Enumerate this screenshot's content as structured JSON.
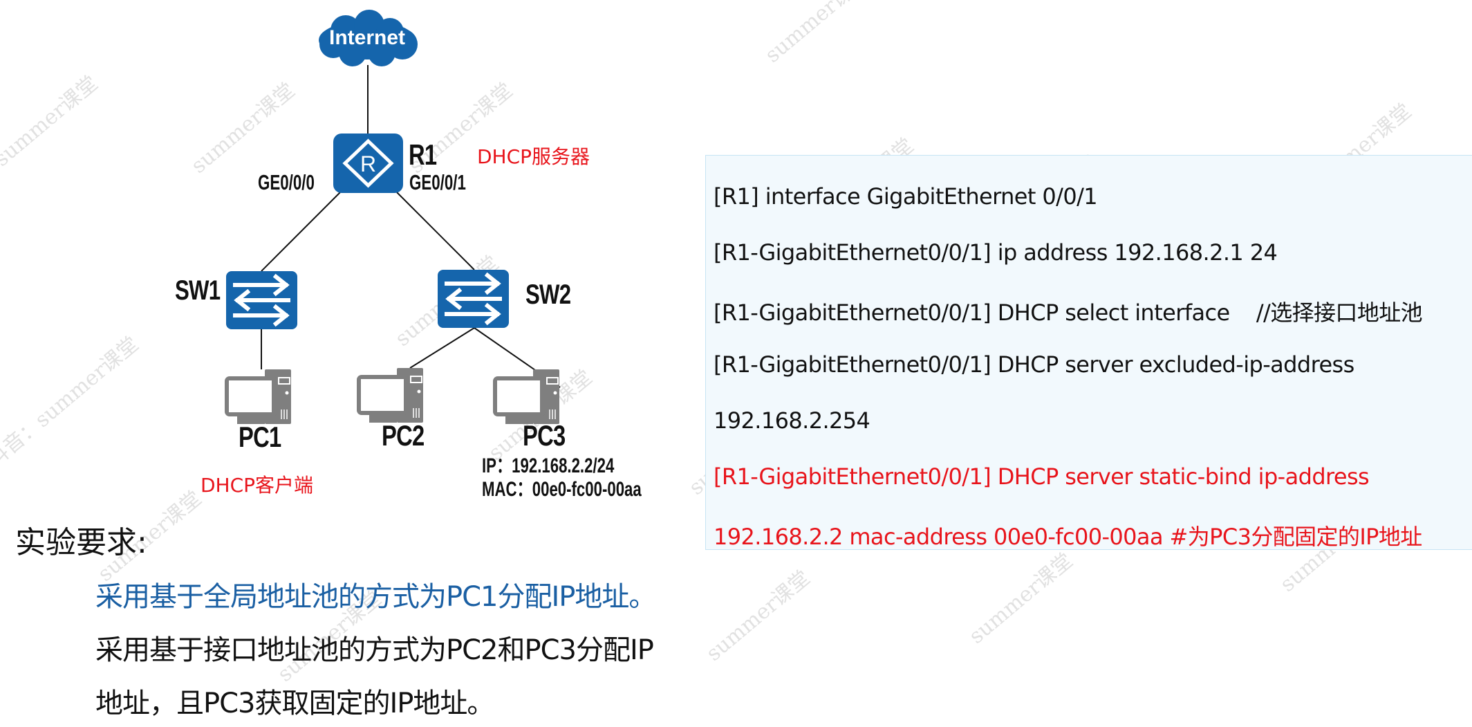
{
  "diagram": {
    "cloud": {
      "label": "Internet",
      "color": "#1565ac"
    },
    "router": {
      "name": "R1",
      "role": "DHCP服务器",
      "glyph": "R",
      "port_left": "GE0/0/0",
      "port_right": "GE0/0/1"
    },
    "switches": [
      {
        "name": "SW1"
      },
      {
        "name": "SW2"
      }
    ],
    "pcs": [
      {
        "name": "PC1"
      },
      {
        "name": "PC2"
      },
      {
        "name": "PC3",
        "ip": "IP：192.168.2.2/24",
        "mac": "MAC：00e0-fc00-00aa"
      }
    ],
    "client_role": "DHCP客户端",
    "device_color": "#1565ac",
    "pc_color": "#7f7f7f"
  },
  "code": {
    "lines": [
      {
        "text": "[R1] interface GigabitEthernet 0/0/1",
        "highlight": false
      },
      {
        "text": "[R1-GigabitEthernet0/0/1] ip address 192.168.2.1 24",
        "highlight": false
      },
      {
        "text": "[R1-GigabitEthernet0/0/1] DHCP select interface    //选择接口地址池",
        "highlight": false
      },
      {
        "text": "[R1-GigabitEthernet0/0/1] DHCP server excluded-ip-address",
        "highlight": false
      },
      {
        "text": "192.168.2.254",
        "highlight": false
      },
      {
        "text": "[R1-GigabitEthernet0/0/1] DHCP server static-bind ip-address",
        "highlight": true
      },
      {
        "text": "192.168.2.2 mac-address 00e0-fc00-00aa #为PC3分配固定的IP地址",
        "highlight": true
      }
    ],
    "highlight_color": "#e8141b"
  },
  "requirements": {
    "title": "实验要求:",
    "items": [
      "采用基于全局地址池的方式为PC1分配IP地址。",
      "采用基于接口地址池的方式为PC2和PC3分配IP",
      "地址，且PC3获取固定的IP地址。"
    ],
    "highlight_color": "#1a5fa3"
  },
  "watermark": {
    "text": "summer课堂",
    "alt_text": "抖音：summer课堂"
  }
}
